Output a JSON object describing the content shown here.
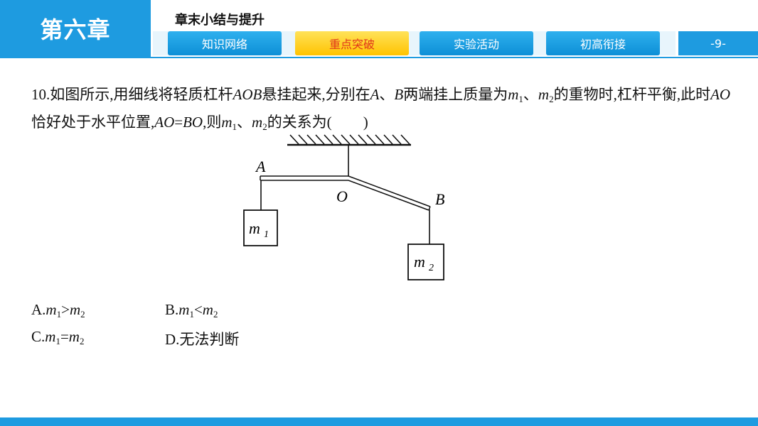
{
  "header": {
    "chapter": "第六章",
    "section_title": "章末小结与提升",
    "tabs": [
      "知识网络",
      "重点突破",
      "实验活动",
      "初高衔接"
    ],
    "active_tab": "重点突破",
    "page_number": "-9-"
  },
  "question": {
    "number": "10.",
    "t1": "如图所示,用细线将轻质杠杆",
    "aob": "AOB",
    "t2": "悬挂起来,分别在",
    "a": "A",
    "sep1": "、",
    "b": "B",
    "t3": "两端挂上质量为",
    "m": "m",
    "sub1": "1",
    "sep2": "、",
    "sub2": "2",
    "t4": "的重物时,杠杆平衡,此时",
    "ao": "AO",
    "t5": "恰好处于水平位置,",
    "eq": "=",
    "bo": "BO",
    "t6": ",则",
    "t7": "的关系为(",
    "close": ")"
  },
  "figure": {
    "label_a": "A",
    "label_o": "O",
    "label_b": "B",
    "mass1": "m",
    "mass1_sub": "1",
    "mass2": "m",
    "mass2_sub": "2"
  },
  "options": [
    {
      "letter": "A.",
      "rel": ">"
    },
    {
      "letter": "B.",
      "rel": "<"
    },
    {
      "letter": "C.",
      "rel": "="
    },
    {
      "letter": "D.",
      "text": "无法判断"
    }
  ],
  "colors": {
    "primary": "#1e9be0",
    "active_tab": "#ffc300",
    "active_tab_text": "#e0371b"
  }
}
